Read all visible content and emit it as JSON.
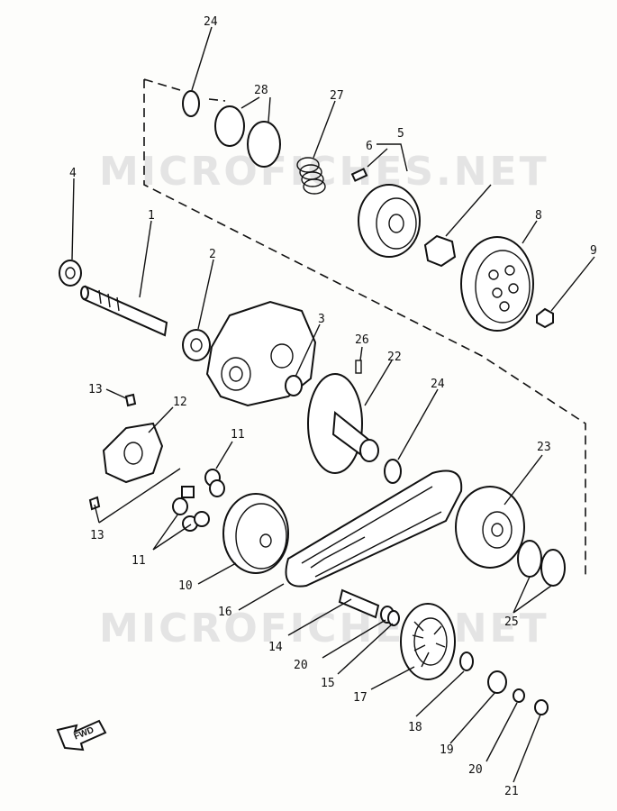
{
  "watermark": "MICROFICHES.NET",
  "fwd_label": "FWD",
  "part_numbers": {
    "p1": "1",
    "p2": "2",
    "p3": "3",
    "p4": "4",
    "p5": "5",
    "p6": "6",
    "p8": "8",
    "p9": "9",
    "p10": "10",
    "p11a": "11",
    "p11b": "11",
    "p12": "12",
    "p13a": "13",
    "p13b": "13",
    "p14": "14",
    "p15": "15",
    "p16": "16",
    "p17": "17",
    "p18": "18",
    "p19": "19",
    "p20a": "20",
    "p20b": "20",
    "p21": "21",
    "p22": "22",
    "p23": "23",
    "p24a": "24",
    "p24b": "24",
    "p25": "25",
    "p26": "26",
    "p27": "27",
    "p28": "28"
  }
}
